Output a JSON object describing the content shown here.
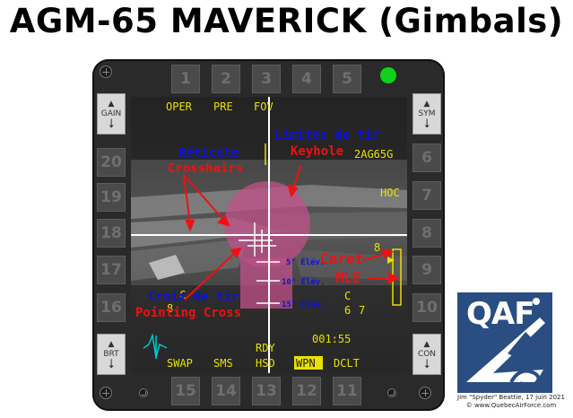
{
  "title": "AGM-65 MAVERICK (Gimbals)",
  "osb_top": [
    "1",
    "2",
    "3",
    "4",
    "5"
  ],
  "osb_bottom": [
    "15",
    "14",
    "13",
    "12",
    "11"
  ],
  "osb_left": [
    "20",
    "19",
    "18",
    "17",
    "16"
  ],
  "osb_right": [
    "6",
    "7",
    "8",
    "9",
    "10"
  ],
  "rockers": {
    "gain": "GAIN",
    "sym": "SYM",
    "brt": "BRT",
    "con": "CON"
  },
  "mfd_labels": {
    "oper": "OPER",
    "pre": "PRE",
    "fov": "FOV",
    "weapon": "2AG65G",
    "hoc": "HOC",
    "caret_num": "8",
    "c_label": "C",
    "six": "6",
    "seven": "7",
    "time": "001:55",
    "rdy": "RDY",
    "swap": "SWAP",
    "sms": "SMS",
    "hsd": "HSD",
    "wpn": "WPN",
    "dclt": "DCLT",
    "c_left": "C",
    "eight_left": "8"
  },
  "elevation_labels": [
    "5° Élév.",
    "10° Élév.",
    "15° Élév."
  ],
  "annotations": {
    "reticule_fr": "Réticule",
    "reticule_en": "Crosshairs",
    "limites_fr": "Limites de tir",
    "limites_en": "Keyhole",
    "caret": "Caret",
    "mle": "MLE",
    "croix_fr": "Croix de tir",
    "croix_en": "Pointing Cross"
  },
  "logo": {
    "text": "QAF",
    "credit_line1": "Jim \"Spyder\" Beattie, 17 juin 2021",
    "credit_line2": "© www.QuebecAirForce.com"
  },
  "colors": {
    "symbology_yellow": "#e8e000",
    "annotation_blue": "#1010e0",
    "annotation_red": "#ee1111",
    "keyhole_fill": "#c0508a",
    "led_green": "#11d11a",
    "logo_blue": "#2a4e82"
  }
}
